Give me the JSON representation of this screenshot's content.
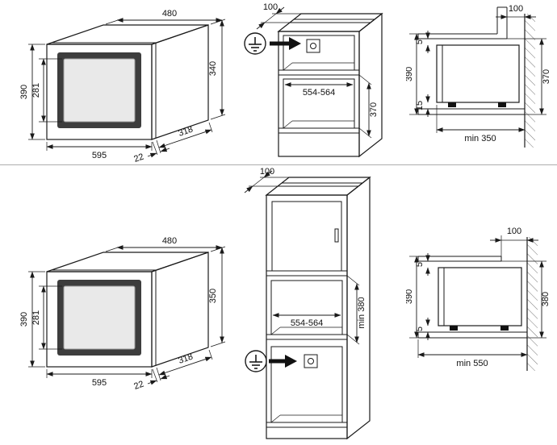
{
  "meta": {
    "bg_color": "#ffffff",
    "line_color": "#1a1a1a",
    "divider_color": "#adadad"
  },
  "top_row": {
    "iso": {
      "top_width": "480",
      "front_height": "390",
      "door_height": "281",
      "front_width": "595",
      "depth": "318",
      "frame_depth": "22",
      "box_height": "340"
    },
    "cabinet": {
      "vent_depth": "100",
      "niche_width": "554-564",
      "niche_height": "370"
    },
    "section": {
      "wall_gap": "100",
      "front_height": "390",
      "top_gap": "5",
      "bottom_gap": "15",
      "min_depth": "min 350",
      "back_height": "370"
    }
  },
  "bottom_row": {
    "iso": {
      "top_width": "480",
      "front_height": "390",
      "door_height": "281",
      "front_width": "595",
      "depth": "318",
      "frame_depth": "22",
      "box_height": "350"
    },
    "cabinet": {
      "vent_depth": "100",
      "niche_width": "554-564",
      "niche_height": "min 380"
    },
    "section": {
      "wall_gap": "100",
      "front_height": "390",
      "top_gap": "5",
      "bottom_gap": "5",
      "min_depth": "min 550",
      "back_height": "380"
    }
  }
}
